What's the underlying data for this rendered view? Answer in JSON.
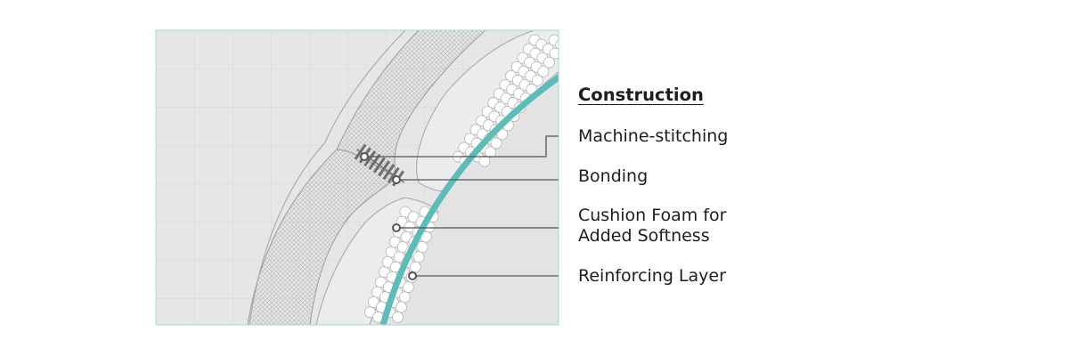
{
  "heading": "Construction",
  "callouts": [
    {
      "id": "machine-stitching",
      "text": "Machine-stitching"
    },
    {
      "id": "bonding",
      "text": "Bonding"
    },
    {
      "id": "cushion-foam",
      "line1": "Cushion Foam for",
      "line2": "Added Softness"
    },
    {
      "id": "reinforcing-layer",
      "text": "Reinforcing Layer"
    }
  ],
  "colors": {
    "panel_background": "#e6e6e6",
    "grid": "#d9d9d9",
    "reinforcing_layer": "#5bbcb8",
    "leader_line": "#555555",
    "foam_cell_fill": "#ffffff",
    "text": "#1e1e1e"
  }
}
